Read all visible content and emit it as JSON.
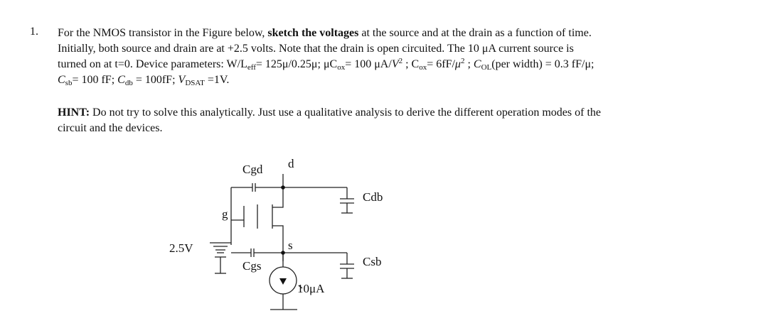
{
  "problem": {
    "number": "1.",
    "line1_a": "For the NMOS transistor in the Figure below, ",
    "line1_bold": "sketch the voltages",
    "line1_b": " at the source and at the drain as a function of time.",
    "line2": "Initially, both source and drain are at +2.5 volts. Note that the drain is open circuited. The 10 μA current source is",
    "line3_a": "turned on at t=0. Device parameters: W/L",
    "line3_eff": "eff",
    "line3_b": "= 125μ/0.25μ; μC",
    "line3_ox1": "ox",
    "line3_c": "= 100 μA/",
    "line3_V": "V",
    "line3_sq1": "2",
    "line3_d": " ; C",
    "line3_ox2": "ox",
    "line3_e": "= 6fF/",
    "line3_mu": "μ",
    "line3_sq2": "2",
    "line3_f": " ; ",
    "line3_C": "C",
    "line3_OL": "OL",
    "line3_g": "(per width) = 0.3 fF/μ;",
    "line4_C1": "C",
    "line4_sb": "sb",
    "line4_a": "= 100 fF; ",
    "line4_C2": "C",
    "line4_db": "db",
    "line4_b": " = 100fF; ",
    "line4_V": "V",
    "line4_DSAT": "DSAT",
    "line4_c": " =1V."
  },
  "hint": {
    "label": "HINT:",
    "line1": " Do not try to solve this analytically. Just use a qualitative analysis to derive the different operation modes of the",
    "line2": "circuit and the devices."
  },
  "circuit": {
    "label_cgd": "Cgd",
    "label_d": "d",
    "label_cdb": "Cdb",
    "label_g": "g",
    "label_source_v": "2.5V",
    "label_s": "s",
    "label_cgs": "Cgs",
    "label_csb": "Csb",
    "label_current": "10μA"
  }
}
